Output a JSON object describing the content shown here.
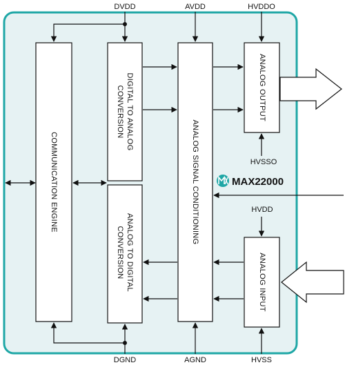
{
  "pins": {
    "dvdd": "DVDD",
    "avdd": "AVDD",
    "hvddo": "HVDDO",
    "dgnd": "DGND",
    "agnd": "AGND",
    "hvss": "HVSS",
    "hvsso": "HVSSO",
    "hvdd": "HVDD"
  },
  "blocks": {
    "communication_engine": "COMMUNICATION ENGINE",
    "dac_line1": "DIGITAL TO ANALOG",
    "dac_line2": "CONVERSION",
    "adc_line1": "ANALOG TO DIGITAL",
    "adc_line2": "CONVERSION",
    "signal_conditioning": "ANALOG SIGNAL CONDITIONING",
    "analog_output": "ANALOG OUTPUT",
    "analog_input": "ANALOG INPUT"
  },
  "brand": {
    "part_number": "MAX22000",
    "logo_icon": "maxim-logo-icon"
  },
  "colors": {
    "chip_border": "#1fa7a6",
    "chip_fill": "#e6f2f3",
    "logo_fill": "#1fa7a6"
  }
}
